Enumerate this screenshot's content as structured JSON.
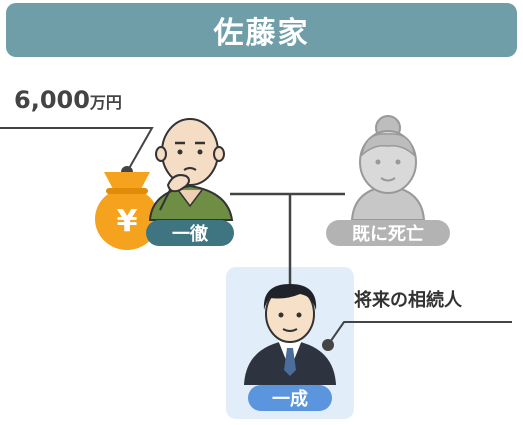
{
  "title": "佐藤家",
  "estate": {
    "amount": "6,000",
    "unit": "万円",
    "currency_symbol": "¥"
  },
  "people": {
    "father": {
      "name": "一徹",
      "badge_color": "#3f7580"
    },
    "mother": {
      "name": "既に死亡",
      "badge_color": "#b3b3b3"
    },
    "child": {
      "name": "一成",
      "badge_color": "#5b95dd",
      "note": "将来の相続人"
    }
  },
  "colors": {
    "title_bg": "#6f9ea8",
    "bag": "#f5a31e",
    "heir_bg": "#e1eef9",
    "line": "#444444"
  }
}
